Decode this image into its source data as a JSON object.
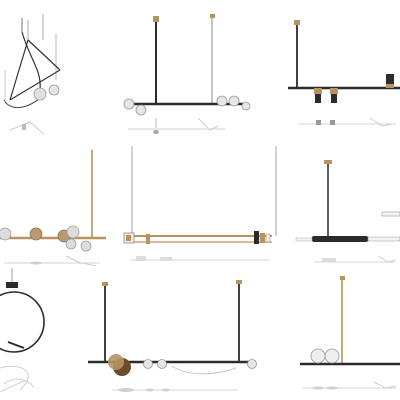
{
  "palette": {
    "background": "#ffffff",
    "rod_dark": "#2b2b2b",
    "cable": "#9a9a9a",
    "brass": "#b8935f",
    "brass_light": "#c8a57a",
    "glass": "#dcdcdc",
    "glass_edge": "#9e9e9e",
    "shadow": "#cfcfcf",
    "white_body": "#f4f4f4"
  },
  "lamps": [
    {
      "name": "lamp-cluster-cable"
    },
    {
      "name": "lamp-linear-two-globes"
    },
    {
      "name": "lamp-bar-brass-cylinders"
    },
    {
      "name": "lamp-brass-bar-discs"
    },
    {
      "name": "lamp-double-rail"
    },
    {
      "name": "lamp-stacked-tube"
    },
    {
      "name": "lamp-ring-pendant"
    },
    {
      "name": "lamp-bar-disc-spheres"
    },
    {
      "name": "lamp-two-spheres-stem"
    }
  ]
}
